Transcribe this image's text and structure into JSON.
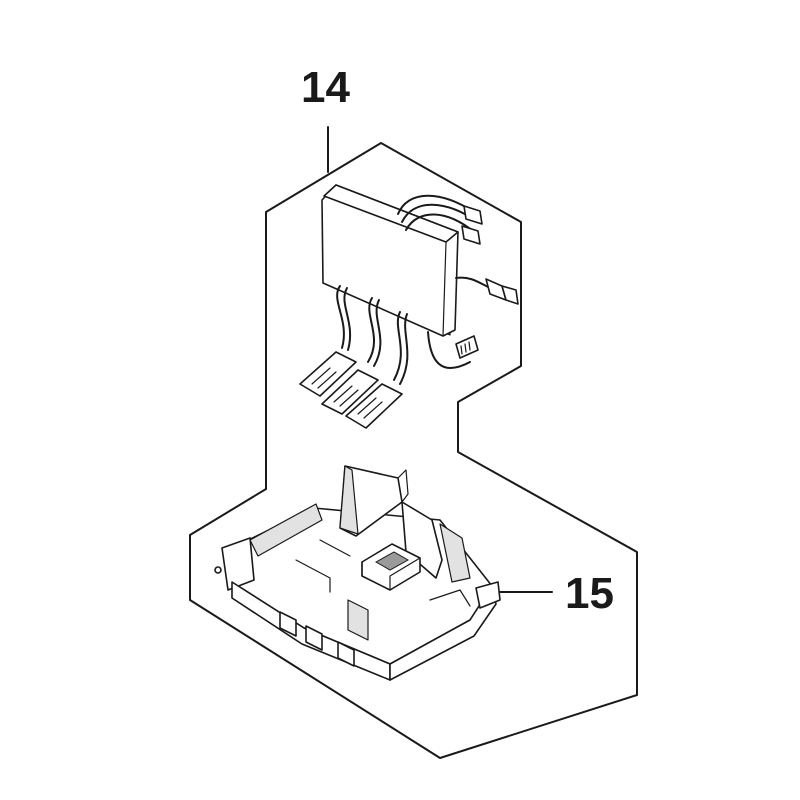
{
  "callouts": [
    {
      "id": "14",
      "label": "14"
    },
    {
      "id": "15",
      "label": "15"
    }
  ],
  "colors": {
    "line": "#1a1a1a",
    "fill": "#ffffff",
    "shade": "#e2e2e2"
  }
}
